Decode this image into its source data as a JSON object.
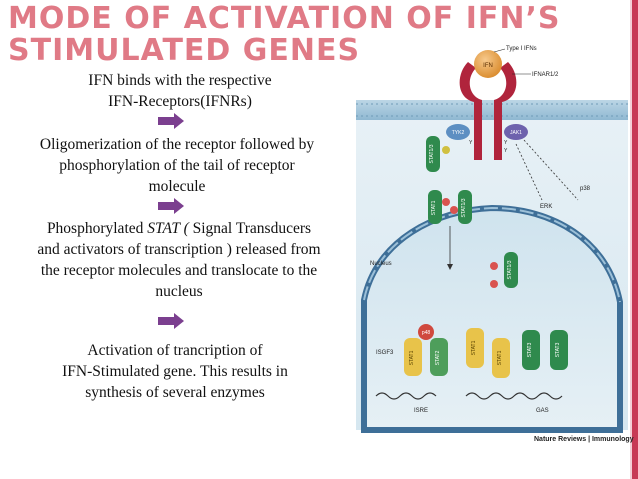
{
  "slide": {
    "title_line1": "MODE OF ACTIVATION OF IFN’S",
    "title_line2": "STIMULATED GENES",
    "accent_color": "#e07a86",
    "bar_color": "#c73a55",
    "arrow_color": "#7b3f8f"
  },
  "steps": [
    {
      "line1": "IFN binds with the respective",
      "line2": "IFN-Receptors(IFNRs)"
    },
    {
      "line1": "Oligomerization of the receptor followed by",
      "line2": "phosphorylation of  the tail of receptor",
      "line3": "molecule"
    },
    {
      "pre": "Phosphorylated ",
      "italic": "STAT ( ",
      "post": "Signal Transducers",
      "line2": "and activators of transcription ) released from",
      "line3": "the receptor molecules and translocate to the",
      "line4": "nucleus"
    },
    {
      "line1": "Activation of trancription of",
      "line2": "IFN-Stimulated gene. This results in",
      "line3": "synthesis of several enzymes"
    }
  ],
  "diagram": {
    "type_i_ifns": "Type I IFNs",
    "ifn": "IFN",
    "ifnar": "IFNAR1/2",
    "tyk2": "TYK2",
    "jak1": "JAK1",
    "stat1_3a": "STAT1/3",
    "stat1_3b": "STAT1",
    "stat1_3c": "STAT1/3",
    "stat1_3d": "STAT1/3",
    "p38": "p38",
    "erk": "ERK",
    "nucleus": "Nucleus",
    "p48": "p48",
    "isgf3": "ISGF3",
    "stat1": "STAT1",
    "stat2": "STAT2",
    "stat1b": "STAT1",
    "stat1c": "STAT1",
    "stat3": "STAT3",
    "stat3b": "STAT3",
    "isre": "ISRE",
    "gas": "GAS",
    "y": "Y",
    "p": "P",
    "credit": "Nature Reviews | Immunology"
  }
}
